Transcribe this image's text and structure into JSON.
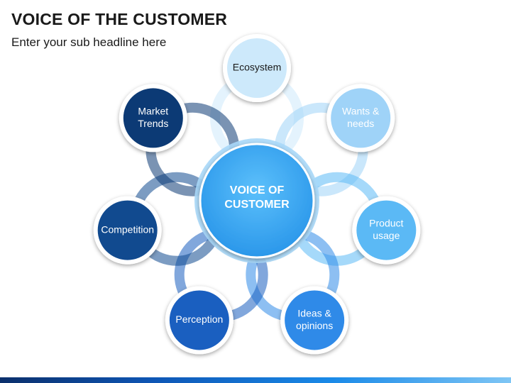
{
  "header": {
    "title": "VOICE OF THE CUSTOMER",
    "subtitle": "Enter your sub headline here"
  },
  "diagram": {
    "center": {
      "lines": [
        "VOICE OF",
        "CUSTOMER"
      ],
      "color": "#3aa8f2"
    },
    "nodes": [
      {
        "lines": [
          "Ecosystem"
        ],
        "color": "#cde9fb",
        "text_color": "#1a1a1a"
      },
      {
        "lines": [
          "Wants &",
          "needs"
        ],
        "color": "#9fd3f8",
        "text_color": "#ffffff"
      },
      {
        "lines": [
          "Product",
          "usage"
        ],
        "color": "#5bb9f5",
        "text_color": "#ffffff"
      },
      {
        "lines": [
          "Ideas &",
          "opinions"
        ],
        "color": "#2f8ae8",
        "text_color": "#ffffff"
      },
      {
        "lines": [
          "Perception"
        ],
        "color": "#1a5fc0",
        "text_color": "#ffffff"
      },
      {
        "lines": [
          "Competition"
        ],
        "color": "#114a8f",
        "text_color": "#ffffff"
      },
      {
        "lines": [
          "Market",
          "Trends"
        ],
        "color": "#0c3a75",
        "text_color": "#ffffff"
      }
    ]
  }
}
